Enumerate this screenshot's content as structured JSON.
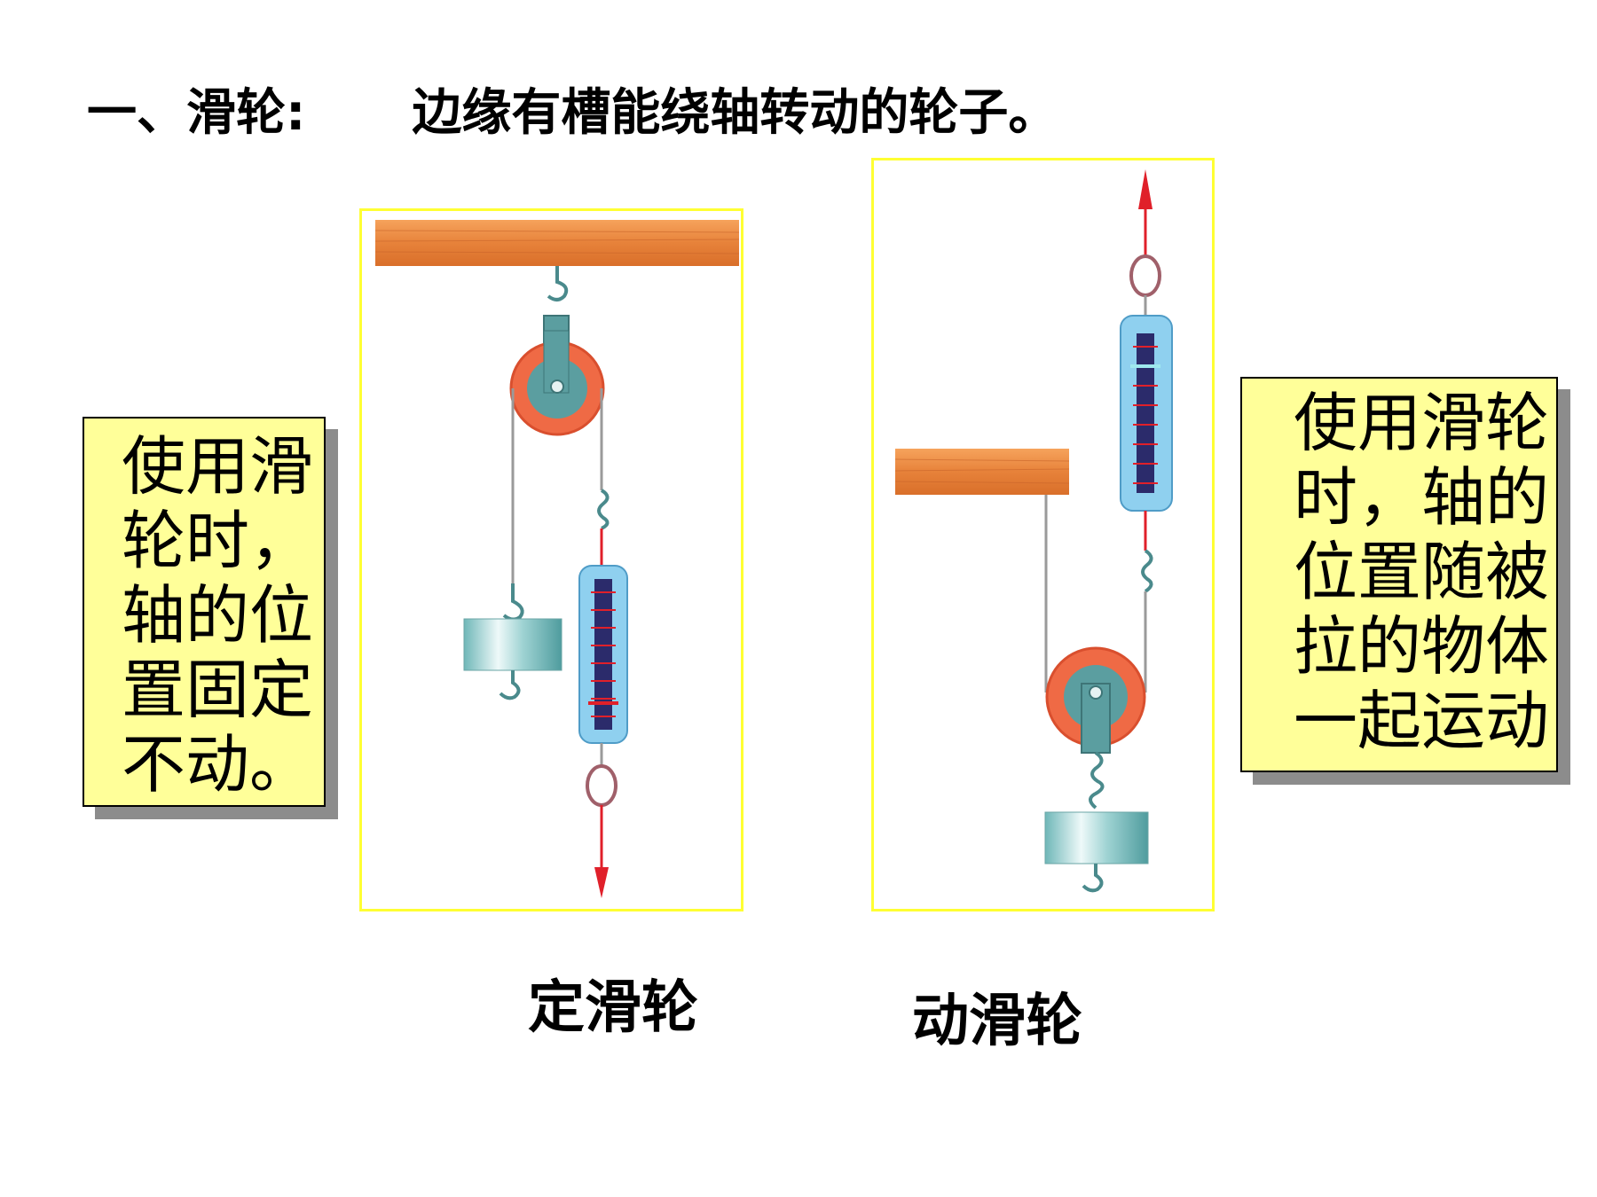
{
  "title": {
    "heading": "一、滑轮:",
    "definition": "边缘有槽能绕轴转动的轮子。"
  },
  "left_note": {
    "lines": [
      "使用滑",
      "轮时，",
      "轴的位",
      "置固定",
      "不动。"
    ]
  },
  "right_note": {
    "lines": [
      "使用滑轮",
      "时，轴的",
      "位置随被",
      "拉的物体",
      "一起运动"
    ]
  },
  "captions": {
    "fixed": "定滑轮",
    "movable": "动滑轮"
  },
  "colors": {
    "wood": "#e9893f",
    "pulley_rim": "#ef6a45",
    "bracket": "#5b9ea0",
    "scale_body": "#8fd0ef",
    "arrow": "#e0202a",
    "frame": "#ffff33",
    "note_bg": "#ffff99"
  }
}
